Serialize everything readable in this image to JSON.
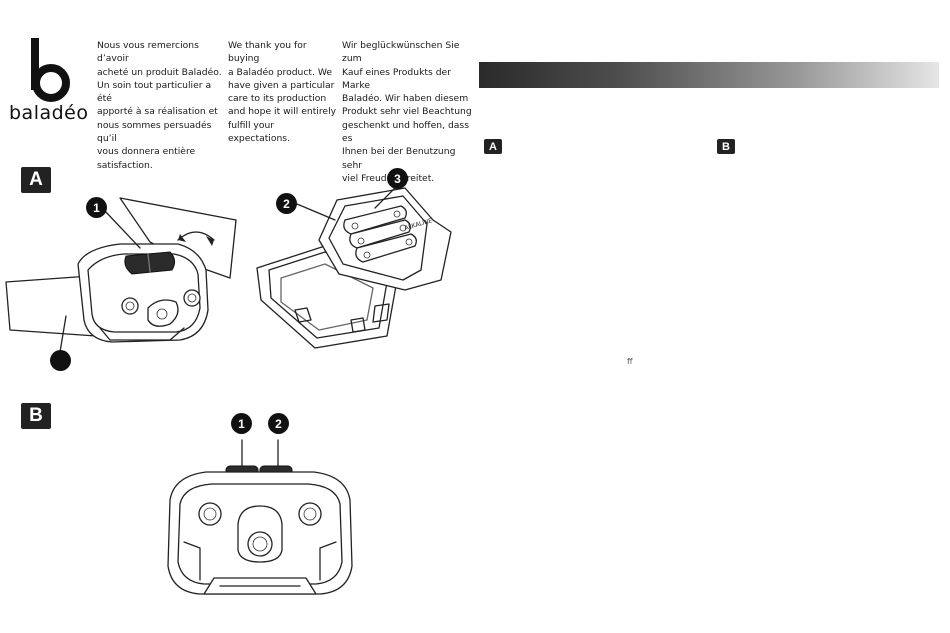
{
  "brand": {
    "name": "baladéo",
    "logo_letter": "b"
  },
  "intro": {
    "fr": "Nous vous remercions d’avoir\nacheté un produit Baladéo.\nUn soin tout particulier a été\napporté à sa réalisation et\nnous sommes persuadés qu’il\nvous donnera entière\nsatisfaction.",
    "en": "We thank you for buying\na Baladéo product. We\nhave given a particular\ncare to its production\nand hope it will entirely\nfulfill your expectations.",
    "de": "Wir beglückwünschen Sie zum\nKauf eines Produkts der Marke\nBaladéo. Wir haben diesem\nProdukt sehr viel Beachtung\ngeschenkt und hoffen, dass es\nIhnen bei der Benutzung sehr\nviel Freude bereitet."
  },
  "sections": {
    "a": "A",
    "b": "B"
  },
  "callouts": {
    "one": "1",
    "two": "2",
    "three": "3"
  },
  "battery_label": "ALKALINE",
  "stray_text": "ff",
  "colors": {
    "ink": "#1a1a1a",
    "badge": "#222222",
    "gradient_start": "#2a2a2a",
    "gradient_end": "#e6e6e6"
  }
}
